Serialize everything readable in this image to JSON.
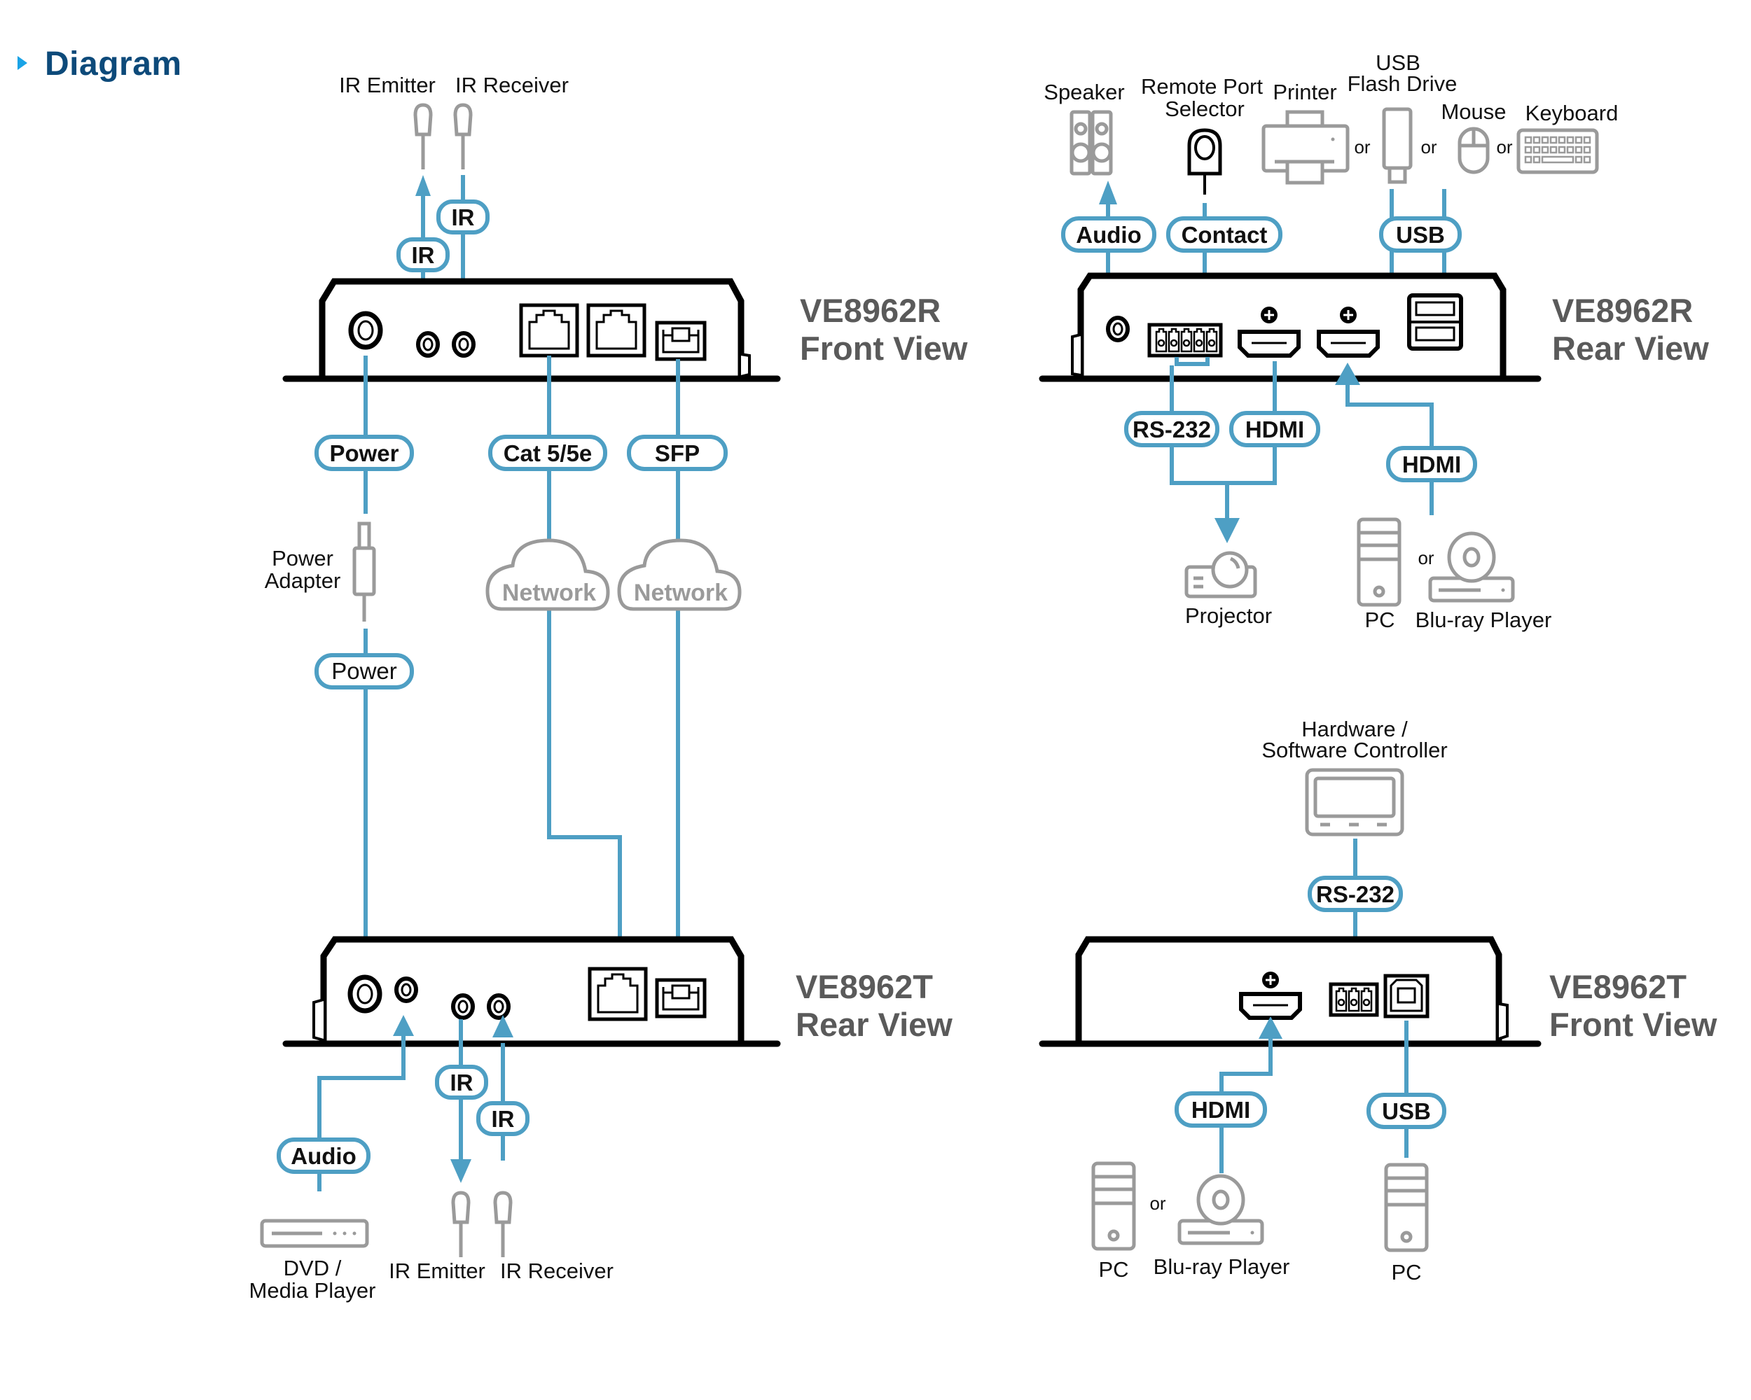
{
  "header": {
    "title": "Diagram",
    "accent_color": "#1aa3e6",
    "title_color": "#0d4a7a"
  },
  "colors": {
    "cable": "#4e9fc4",
    "device_outline": "#000000",
    "peripheral": "#9a9a9a",
    "device_title": "#5a5a5a"
  },
  "panels": {
    "r_front": {
      "title_line1": "VE8962R",
      "title_line2": "Front View",
      "peripherals": {
        "ir_emitter": "IR Emitter",
        "ir_receiver": "IR Receiver",
        "power_adapter_line1": "Power",
        "power_adapter_line2": "Adapter",
        "network1": "Network",
        "network2": "Network"
      },
      "cables": {
        "ir_out": "IR",
        "ir_in": "IR",
        "power": "Power",
        "power_lower": "Power",
        "cat": "Cat 5/5e",
        "sfp": "SFP"
      }
    },
    "r_rear": {
      "title_line1": "VE8962R",
      "title_line2": "Rear View",
      "peripherals": {
        "speaker": "Speaker",
        "remote_port_line1": "Remote Port",
        "remote_port_line2": "Selector",
        "printer": "Printer",
        "usb_flash_line1": "USB",
        "usb_flash_line2": "Flash Drive",
        "mouse": "Mouse",
        "keyboard": "Keyboard",
        "or": "or",
        "projector": "Projector",
        "pc": "PC",
        "bluray": "Blu-ray Player"
      },
      "cables": {
        "audio": "Audio",
        "contact": "Contact",
        "usb": "USB",
        "rs232": "RS-232",
        "hdmi_out": "HDMI",
        "hdmi_in": "HDMI"
      }
    },
    "t_rear": {
      "title_line1": "VE8962T",
      "title_line2": "Rear View",
      "peripherals": {
        "dvd_line1": "DVD /",
        "dvd_line2": "Media Player",
        "ir_emitter": "IR Emitter",
        "ir_receiver": "IR Receiver"
      },
      "cables": {
        "audio": "Audio",
        "ir_out": "IR",
        "ir_in": "IR"
      }
    },
    "t_front": {
      "title_line1": "VE8962T",
      "title_line2": "Front View",
      "peripherals": {
        "controller_line1": "Hardware /",
        "controller_line2": "Software Controller",
        "pc1": "PC",
        "or": "or",
        "bluray": "Blu-ray Player",
        "pc2": "PC"
      },
      "cables": {
        "rs232": "RS-232",
        "hdmi": "HDMI",
        "usb": "USB"
      }
    }
  }
}
